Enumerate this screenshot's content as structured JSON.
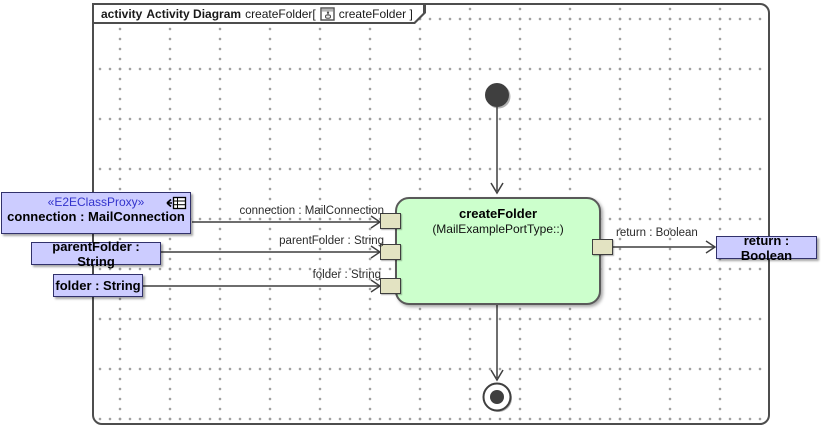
{
  "title": {
    "keyword": "activity",
    "diagram_type": "Activity Diagram",
    "diagram_name": "createFolder[",
    "diagram_ref": "createFolder ]"
  },
  "action_node": {
    "name": "createFolder",
    "port_type": "(MailExamplePortType::)"
  },
  "object_nodes": {
    "class_proxy": {
      "stereotype": "«E2EClassProxy»",
      "name": "connection : MailConnection"
    },
    "parent_folder": {
      "name": "parentFolder : String"
    },
    "folder": {
      "name": "folder : String"
    },
    "return": {
      "name": "return : Boolean"
    }
  },
  "edge_labels": {
    "connection": "connection : MailConnection",
    "parent_folder": "parentFolder : String",
    "folder": "folder : String",
    "return": "return : Boolean"
  },
  "colors": {
    "object_fill": "#ccccff",
    "object_border": "#31316b",
    "stereotype_text": "#3333cc",
    "action_fill": "#ccffcc",
    "action_border": "#595959",
    "pin_fill": "#e3e3c2",
    "frame_border": "#4d4d4d",
    "grid_dot": "#9c9c9c",
    "edge": "#3f3f3f"
  }
}
